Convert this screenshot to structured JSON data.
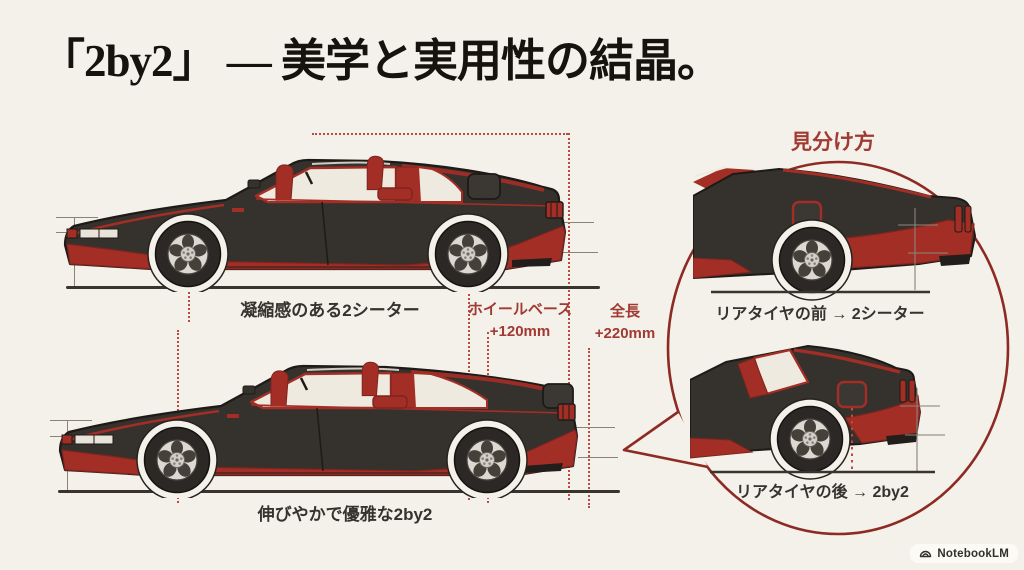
{
  "title": "「2by2」 — 美学と実用性の結晶。",
  "cars": {
    "two_seater": {
      "caption": "凝縮感のある2シーター"
    },
    "two_by_two": {
      "caption": "伸びやかで優雅な2by2"
    }
  },
  "dimensions": {
    "wheelbase_label": "ホイールベース",
    "wheelbase_delta": "+120mm",
    "overall_length_label": "全長",
    "overall_length_delta": "+220mm"
  },
  "callout": {
    "heading": "見分け方",
    "front_rule": "リアタイヤの前 → 2シーター",
    "rear_rule": "リアタイヤの後 → 2by2"
  },
  "footer": {
    "brand": "NotebookLM"
  },
  "colors": {
    "background": "#f3f1e9",
    "title_ink": "#16130f",
    "text_dark": "#36322d",
    "car_body": "#35312c",
    "car_outline": "#1d1a17",
    "accent_red": "#a32e26",
    "accent_red_dark": "#7e241f",
    "annotation_red": "#a13a33",
    "dotted_red": "#bb4a40",
    "callout_maroon": "#8e2a24",
    "tick_gray": "#8a8478",
    "glass": "#efeae0"
  }
}
